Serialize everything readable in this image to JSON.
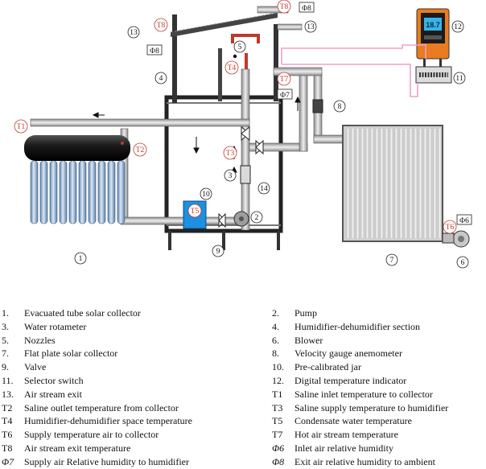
{
  "diagram": {
    "callouts": [
      "1",
      "2",
      "3",
      "4",
      "5",
      "6",
      "7",
      "8",
      "9",
      "10",
      "11",
      "12",
      "13",
      "13",
      "14"
    ],
    "sensors": [
      "T1",
      "T2",
      "T3",
      "T4",
      "T5",
      "T6",
      "T7",
      "T8",
      "T8"
    ],
    "phi_tags": [
      "Φ8",
      "Φ8",
      "Φ6",
      "Φ7"
    ],
    "display_value": "18.7"
  },
  "legend": {
    "left": [
      {
        "code": "1.",
        "text": "Evacuated tube solar collector"
      },
      {
        "code": "3.",
        "text": "Water rotameter"
      },
      {
        "code": "5.",
        "text": "Nozzles"
      },
      {
        "code": "7.",
        "text": "Flat plate solar collector"
      },
      {
        "code": "9.",
        "text": "Valve"
      },
      {
        "code": "11.",
        "text": "Selector switch"
      },
      {
        "code": "13.",
        "text": "Air stream exit"
      },
      {
        "code": "T2",
        "text": "Saline outlet temperature from collector"
      },
      {
        "code": "T4",
        "text": "Humidifier-dehumidifier  space temperature"
      },
      {
        "code": "T6",
        "text": "Supply temperature air to collector"
      },
      {
        "code": "T8",
        "text": "Air stream exit temperature"
      },
      {
        "code": "Φ7",
        "text": "Supply air Relative humidity to humidifier"
      }
    ],
    "right": [
      {
        "code": "2.",
        "text": "Pump"
      },
      {
        "code": "4.",
        "text": "Humidifier-dehumidifier  section"
      },
      {
        "code": "6.",
        "text": "Blower"
      },
      {
        "code": "8.",
        "text": "Velocity gauge anemometer"
      },
      {
        "code": "10.",
        "text": "Pre-calibrated jar"
      },
      {
        "code": "12.",
        "text": "Digital temperature indicator"
      },
      {
        "code": "T1",
        "text": "Saline inlet temperature to collector"
      },
      {
        "code": "T3",
        "text": "Saline supply temperature to humidifier"
      },
      {
        "code": "T5",
        "text": "Condensate water temperature"
      },
      {
        "code": "T7",
        "text": "Hot air stream temperature"
      },
      {
        "code": "Φ6",
        "text": "Inlet air relative humidity"
      },
      {
        "code": "Φ8",
        "text": "Exit air relative humidity to ambient"
      }
    ]
  }
}
